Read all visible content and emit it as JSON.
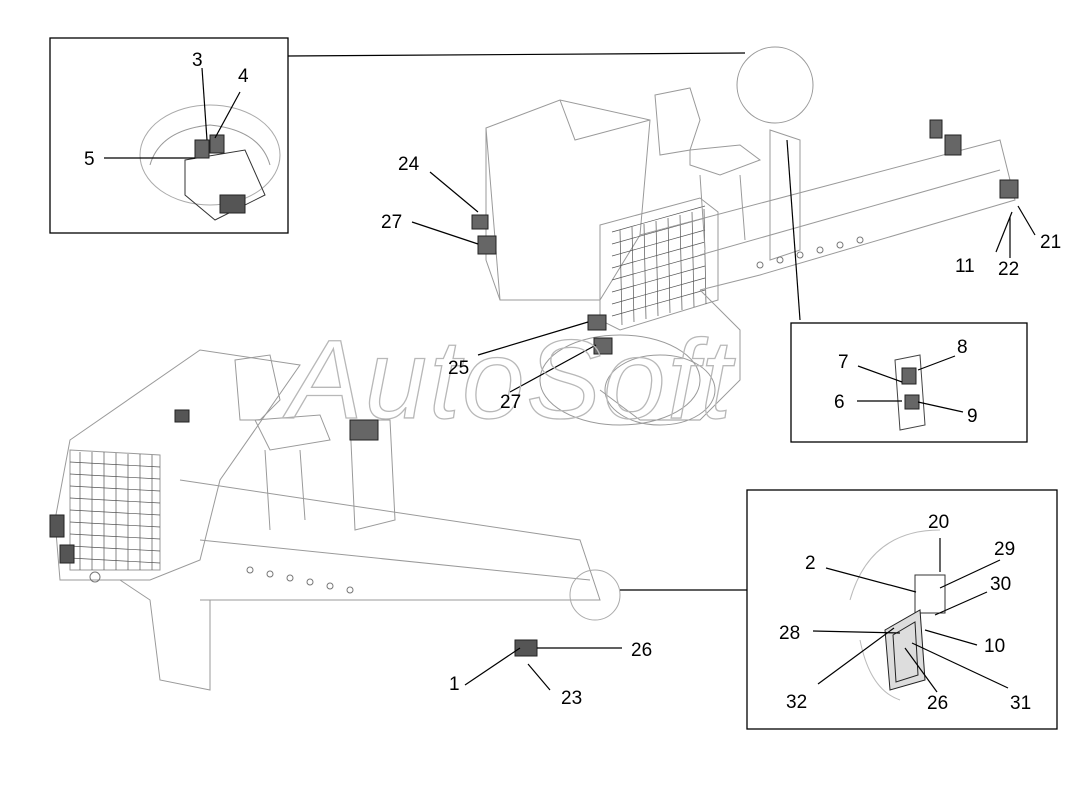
{
  "watermark": "AutoSoft",
  "callouts": {
    "c1": "1",
    "c2": "2",
    "c3": "3",
    "c4": "4",
    "c5": "5",
    "c6": "6",
    "c7": "7",
    "c8": "8",
    "c9": "9",
    "c10": "10",
    "c11": "11",
    "c20": "20",
    "c21": "21",
    "c22": "22",
    "c23": "23",
    "c24": "24",
    "c25": "25",
    "c26": "26",
    "c26b": "26",
    "c27a": "27",
    "c27b": "27",
    "c28": "28",
    "c29": "29",
    "c30": "30",
    "c31": "31",
    "c32": "32"
  },
  "colors": {
    "line": "#000000",
    "sketch": "#9a9a9a",
    "watermark": "#b8b8b8"
  }
}
